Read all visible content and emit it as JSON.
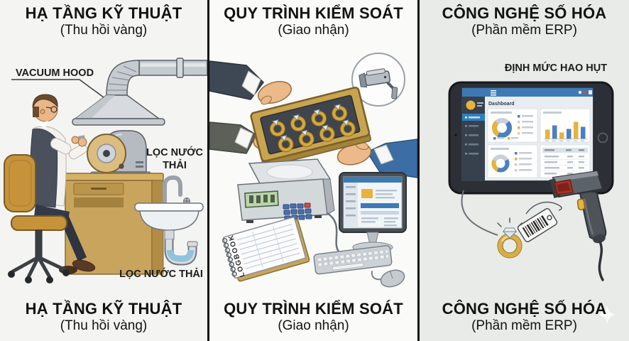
{
  "panels": [
    {
      "title": "HẠ TẦNG KỸ THUẬT",
      "subtitle": "(Thu hồi vàng)",
      "labels": {
        "vacuum_hood": "VACUUM HOOD",
        "wastewater_filter_line1": "LỌC NƯỚC",
        "wastewater_filter_line2": "THẢI",
        "wastewater_filter_sink": "LỌC NƯỚC THẢI"
      }
    },
    {
      "title": "QUY TRÌNH KIỂM SOÁT",
      "subtitle": "(Giao nhận)",
      "labels": {
        "logbook": "LOGBOOK"
      }
    },
    {
      "title": "CÔNG NGHỆ SỐ HÓA",
      "subtitle": "(Phần mềm ERP)",
      "labels": {
        "loss_norm": "ĐỊNH MỨC HAO HỤT",
        "tablet_app_title": "Dashboard"
      }
    }
  ],
  "colors": {
    "accent_blue": "#3d7ab5",
    "accent_yellow": "#e8b23c",
    "gold": "#d4a93c",
    "suit_blue": "#3c6ea5",
    "suit_gray": "#3e4854",
    "divider": "#141414"
  }
}
